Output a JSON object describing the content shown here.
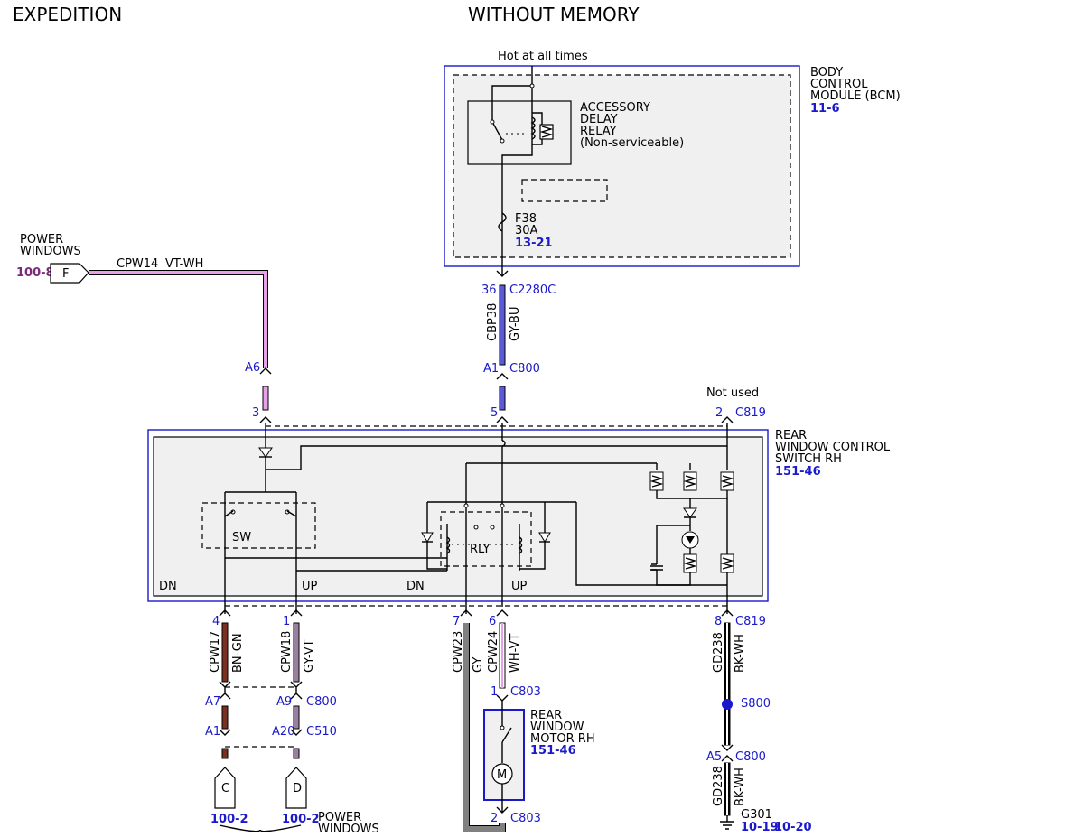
{
  "header": {
    "left_title": "EXPEDITION",
    "center_title": "WITHOUT MEMORY"
  },
  "bcm": {
    "hot_label": "Hot at all times",
    "title": [
      "BODY",
      "CONTROL",
      "MODULE (BCM)"
    ],
    "ref": "11-6",
    "relay": [
      "ACCESSORY",
      "DELAY",
      "RELAY",
      "(Non-serviceable)"
    ],
    "fuse": {
      "name": "F38",
      "rating": "30A",
      "ref": "13-21"
    }
  },
  "connectors": {
    "c2280c": {
      "pin": "36",
      "name": "C2280C"
    },
    "c800_top": {
      "pin": "A1",
      "name": "C800"
    },
    "c819_top": {
      "pin": "2",
      "name": "C819",
      "note": "Not used"
    },
    "c819_bot": {
      "pin": "8",
      "name": "C819"
    },
    "c800_left": {
      "pin_a": "A7",
      "pin_b": "A9",
      "name": "C800"
    },
    "c510": {
      "pin_a": "A1",
      "pin_b": "A20",
      "name": "C510"
    },
    "c803_top": {
      "pin": "1",
      "name": "C803"
    },
    "c803_bot": {
      "pin": "2",
      "name": "C803"
    },
    "c800_right": {
      "pin": "A5",
      "name": "C800"
    },
    "a6": "A6"
  },
  "power_windows_top": {
    "label": [
      "POWER",
      "WINDOWS"
    ],
    "ref": "100-8",
    "connector": "F"
  },
  "wires": {
    "cpw14": {
      "circuit": "CPW14",
      "color": "VT-WH"
    },
    "cbp38": {
      "circuit": "CBP38",
      "color": "GY-BU"
    },
    "cpw17": {
      "circuit": "CPW17",
      "color": "BN-GN"
    },
    "cpw18": {
      "circuit": "CPW18",
      "color": "GY-VT"
    },
    "cpw23": {
      "circuit": "CPW23",
      "color": "GY"
    },
    "cpw24": {
      "circuit": "CPW24",
      "color": "WH-VT"
    },
    "gd238a": {
      "circuit": "GD238",
      "color": "BK-WH"
    },
    "gd238b": {
      "circuit": "GD238",
      "color": "BK-WH"
    }
  },
  "switch": {
    "title": [
      "REAR",
      "WINDOW CONTROL",
      "SWITCH RH"
    ],
    "ref": "151-46",
    "pins": {
      "p3": "3",
      "p5": "5",
      "p4": "4",
      "p1": "1",
      "p7": "7",
      "p6": "6"
    },
    "sw_label": "SW",
    "rly_label": "RLY",
    "labels": {
      "dn1": "DN",
      "up1": "UP",
      "dn2": "DN",
      "up2": "UP"
    }
  },
  "motor": {
    "title": [
      "REAR",
      "WINDOW",
      "MOTOR RH"
    ],
    "ref": "151-46",
    "symbol": "M"
  },
  "splice": {
    "name": "S800"
  },
  "ground": {
    "name": "G301",
    "ref1": "10-19",
    "ref2": "10-20"
  },
  "power_windows_bottom": {
    "label": [
      "POWER",
      "WINDOWS"
    ],
    "ref_c": "100-2",
    "ref_d": "100-2",
    "conn_c": "C",
    "conn_d": "D"
  },
  "colors": {
    "vt_wh": "#e8a0e8",
    "gy_bu": "#5a5ad8",
    "bn": "#7a3020",
    "gy_vt": "#9a80a0",
    "gy": "#808080",
    "frame": "#1a1acc"
  }
}
